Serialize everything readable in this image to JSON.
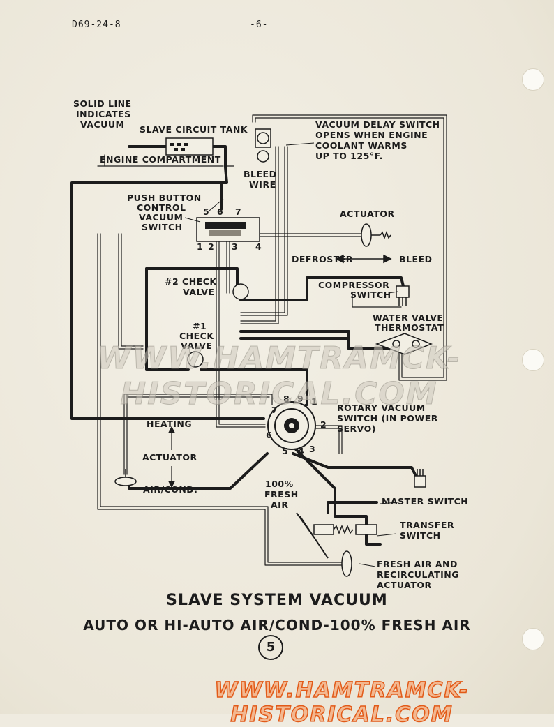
{
  "header": {
    "doc_code": "D69-24-8",
    "page_number": "-6-"
  },
  "labels": {
    "legend": [
      "SOLID LINE",
      "INDICATES",
      "VACUUM"
    ],
    "slave_tank": "SLAVE CIRCUIT TANK",
    "engine_compartment": "ENGINE COMPARTMENT",
    "vacuum_delay": [
      "VACUUM DELAY SWITCH",
      "OPENS WHEN ENGINE",
      "COOLANT WARMS",
      "UP TO 125°F."
    ],
    "bleed_wire": [
      "BLEED",
      "WIRE"
    ],
    "pushbutton": [
      "PUSH BUTTON",
      "CONTROL",
      "VACUUM",
      "SWITCH"
    ],
    "port_top": [
      "5",
      "6",
      "7"
    ],
    "port_bottom": [
      "1",
      "2",
      "3",
      "4"
    ],
    "actuator_top": "ACTUATOR",
    "defroster": "DEFROSTER",
    "bleed": "BLEED",
    "check2": [
      "#2 CHECK",
      "VALVE"
    ],
    "compressor": [
      "COMPRESSOR",
      "SWITCH"
    ],
    "water_valve": [
      "WATER VALVE",
      "THERMOSTAT"
    ],
    "check1": [
      "#1",
      "CHECK",
      "VALVE"
    ],
    "rotary_ports": [
      "8",
      "9",
      "1",
      "7",
      "2",
      "6",
      "5",
      "4",
      "3"
    ],
    "rotary": [
      "ROTARY VACUUM",
      "SWITCH (IN POWER",
      "SERVO)"
    ],
    "heating": "HEATING",
    "actuator_mid": "ACTUATOR",
    "aircond": "AIR/COND.",
    "fresh100": [
      "100%",
      "FRESH",
      "AIR"
    ],
    "master_switch": "MASTER SWITCH",
    "transfer_switch": [
      "TRANSFER",
      "SWITCH"
    ],
    "fresh_air_actuator": [
      "FRESH AIR AND",
      "RECIRCULATING",
      "ACTUATOR"
    ]
  },
  "title": {
    "line1": "SLAVE SYSTEM VACUUM",
    "line2": "AUTO OR HI-AUTO AIR/COND-100% FRESH AIR",
    "figure_number": "5"
  },
  "watermark": {
    "center": "WWW.HAMTRAMCK-HISTORICAL.COM",
    "bottom": "WWW.HAMTRAMCK-HISTORICAL.COM"
  },
  "colors": {
    "paper": "#efebe0",
    "ink": "#1c1c1c",
    "watermark_orange": "#e25a18"
  }
}
